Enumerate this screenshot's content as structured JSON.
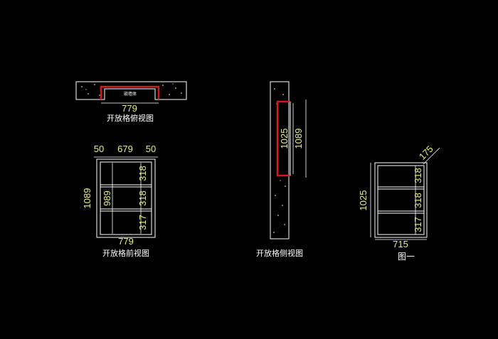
{
  "top_view": {
    "width_dim": "779",
    "label_tag": "嵌墙体",
    "caption": "开放格俯视图"
  },
  "front_view": {
    "top_dims": [
      "50",
      "679",
      "50"
    ],
    "height_dim": "1089",
    "inner_height_dim": "989",
    "shelf_dims": [
      "318",
      "318",
      "317"
    ],
    "width_dim": "779",
    "caption": "开放格前视图"
  },
  "side_view": {
    "inner_dim": "1025",
    "outer_dim": "1089",
    "caption": "开放格侧视图"
  },
  "figure_one": {
    "depth_dim": "175",
    "height_dim": "1025",
    "shelf_dims": [
      "318",
      "318",
      "317"
    ],
    "width_dim": "715",
    "caption": "图一"
  },
  "colors": {
    "background": "#000000",
    "lines": "#ffffff",
    "dimensions": "#e6f08a",
    "red_frame": "#d01c1c"
  }
}
